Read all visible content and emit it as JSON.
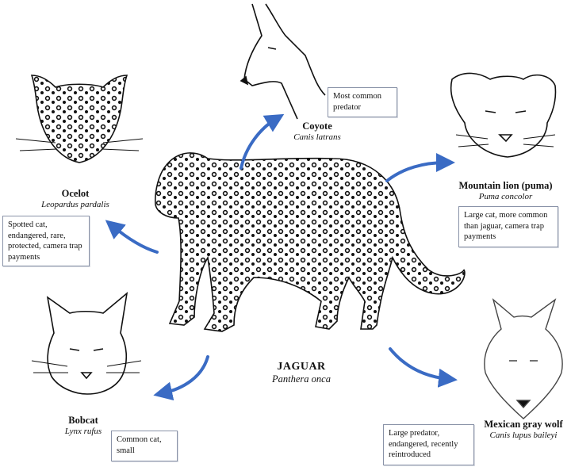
{
  "diagram": {
    "center": {
      "name": "JAGUAR",
      "scientific": "Panthera onca"
    },
    "arrow_color": "#3a6bc4",
    "nodes": [
      {
        "id": "coyote",
        "name": "Coyote",
        "scientific": "Canis latrans",
        "note": "Most common predator"
      },
      {
        "id": "mountain-lion",
        "name": "Mountain lion (puma)",
        "scientific": "Puma concolor",
        "note": "Large cat, more common than jaguar, camera trap payments"
      },
      {
        "id": "mexican-gray-wolf",
        "name": "Mexican gray wolf",
        "scientific": "Canis lupus baileyi",
        "note": "Large predator, endangered, recently reintroduced"
      },
      {
        "id": "bobcat",
        "name": "Bobcat",
        "scientific": "Lynx rufus",
        "note": "Common cat, small"
      },
      {
        "id": "ocelot",
        "name": "Ocelot",
        "scientific": "Leopardus pardalis",
        "note": "Spotted cat, endangered, rare, protected, camera trap payments"
      }
    ]
  }
}
